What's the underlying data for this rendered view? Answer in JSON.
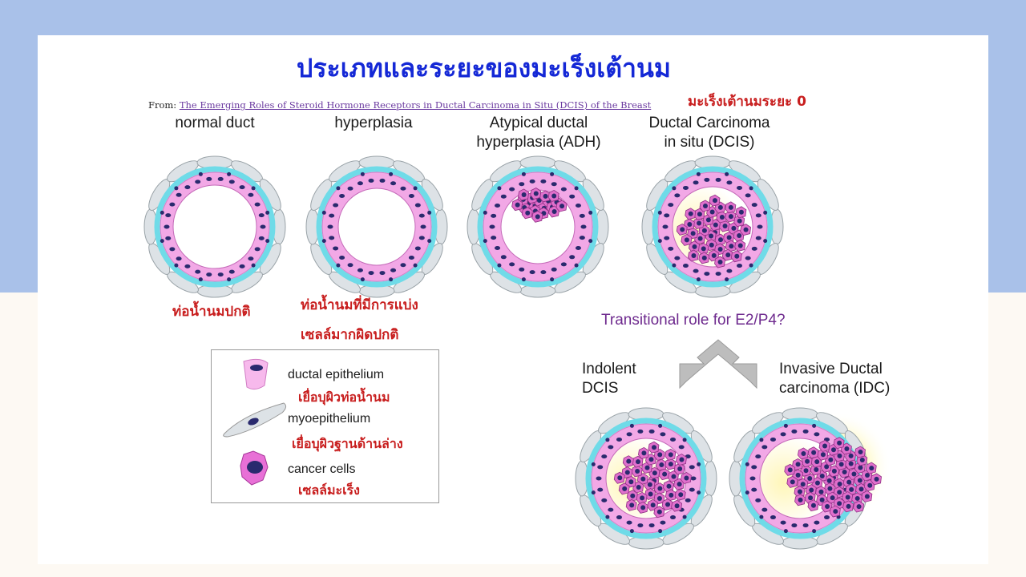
{
  "slide": {
    "title": "ประเภทและระยะของมะเร็งเต้านม",
    "source_prefix": "From: ",
    "source_link": "The Emerging Roles of Steroid Hormone Receptors in Ductal Carcinoma in Situ (DCIS) of the Breast",
    "stage_note": "มะเร็งเต้านมระยะ 0"
  },
  "stages": [
    {
      "label_line1": "normal duct",
      "label_line2": ""
    },
    {
      "label_line1": "hyperplasia",
      "label_line2": ""
    },
    {
      "label_line1": "Atypical ductal",
      "label_line2": "hyperplasia (ADH)"
    },
    {
      "label_line1": "Ductal Carcinoma",
      "label_line2": "in situ (DCIS)"
    }
  ],
  "thai_notes": {
    "normal": "ท่อน้ำนมปกติ",
    "hyper_line1": "ท่อน้ำนมที่มีการแบ่ง",
    "hyper_line2": "เซลล์มากผิดปกติ"
  },
  "transition": {
    "question": "Transitional role for E2/P4?",
    "left_line1": "Indolent",
    "left_line2": "DCIS",
    "right_line1": "Invasive Ductal",
    "right_line2": "carcinoma (IDC)"
  },
  "legend": {
    "items": [
      {
        "label": "ductal epithelium",
        "thai": "เยื่อบุผิวท่อน้ำนม",
        "icon": "ductal-epithelium-cell-icon"
      },
      {
        "label": "myoepithelium",
        "thai": "เยื่อบุผิวฐานด้านล่าง",
        "icon": "myoepithelium-cell-icon"
      },
      {
        "label": "cancer cells",
        "thai": "เซลล์มะเร็ง",
        "icon": "cancer-cell-icon"
      }
    ]
  },
  "colors": {
    "band": "#a9c1e9",
    "title": "#1428d6",
    "thai_red": "#c81e1e",
    "membrane": "#6fdbe8",
    "epithelium": "#f2a8e6",
    "nucleus": "#2a2a6e",
    "myo": "#dde2e6",
    "glow": "#fff59a"
  }
}
